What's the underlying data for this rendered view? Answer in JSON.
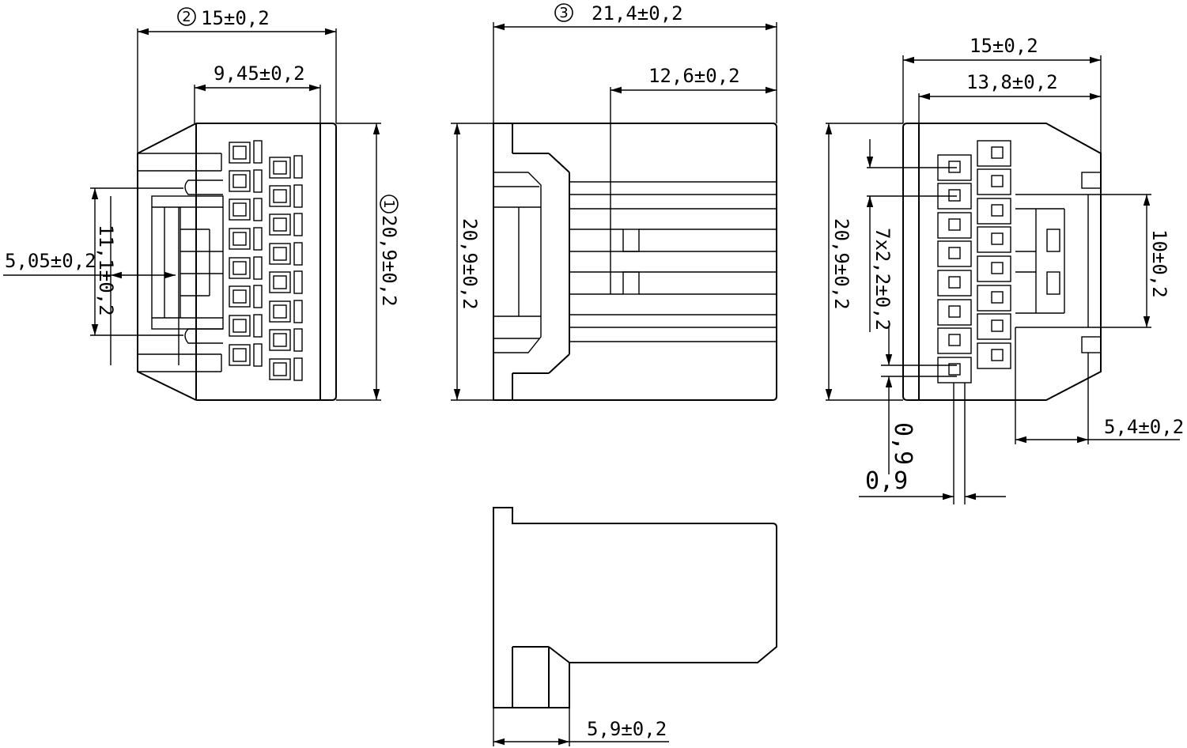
{
  "dimensions": {
    "front_width": "15±0,2",
    "front_inner_width": "9,45±0,2",
    "front_height": "20,9±0,2",
    "front_left_offset": "5,05±0,2",
    "front_latch_height": "11,1±0,2",
    "side_length": "21,4±0,2",
    "side_depth": "12,6±0,2",
    "side_height": "20,9±0,2",
    "rear_width": "15±0,2",
    "rear_inner_width": "13,8±0,2",
    "rear_height": "20,9±0,2",
    "rear_pitch": "7x2,2±0,2",
    "rear_window_height": "10±0,2",
    "rear_window_offset": "5,4±0,2",
    "pin_width_a": "0,9",
    "pin_width_b": "0,9",
    "bottom_flange": "5,9±0,2"
  },
  "callouts": {
    "c1": "1",
    "c2": "2",
    "c3": "3"
  }
}
